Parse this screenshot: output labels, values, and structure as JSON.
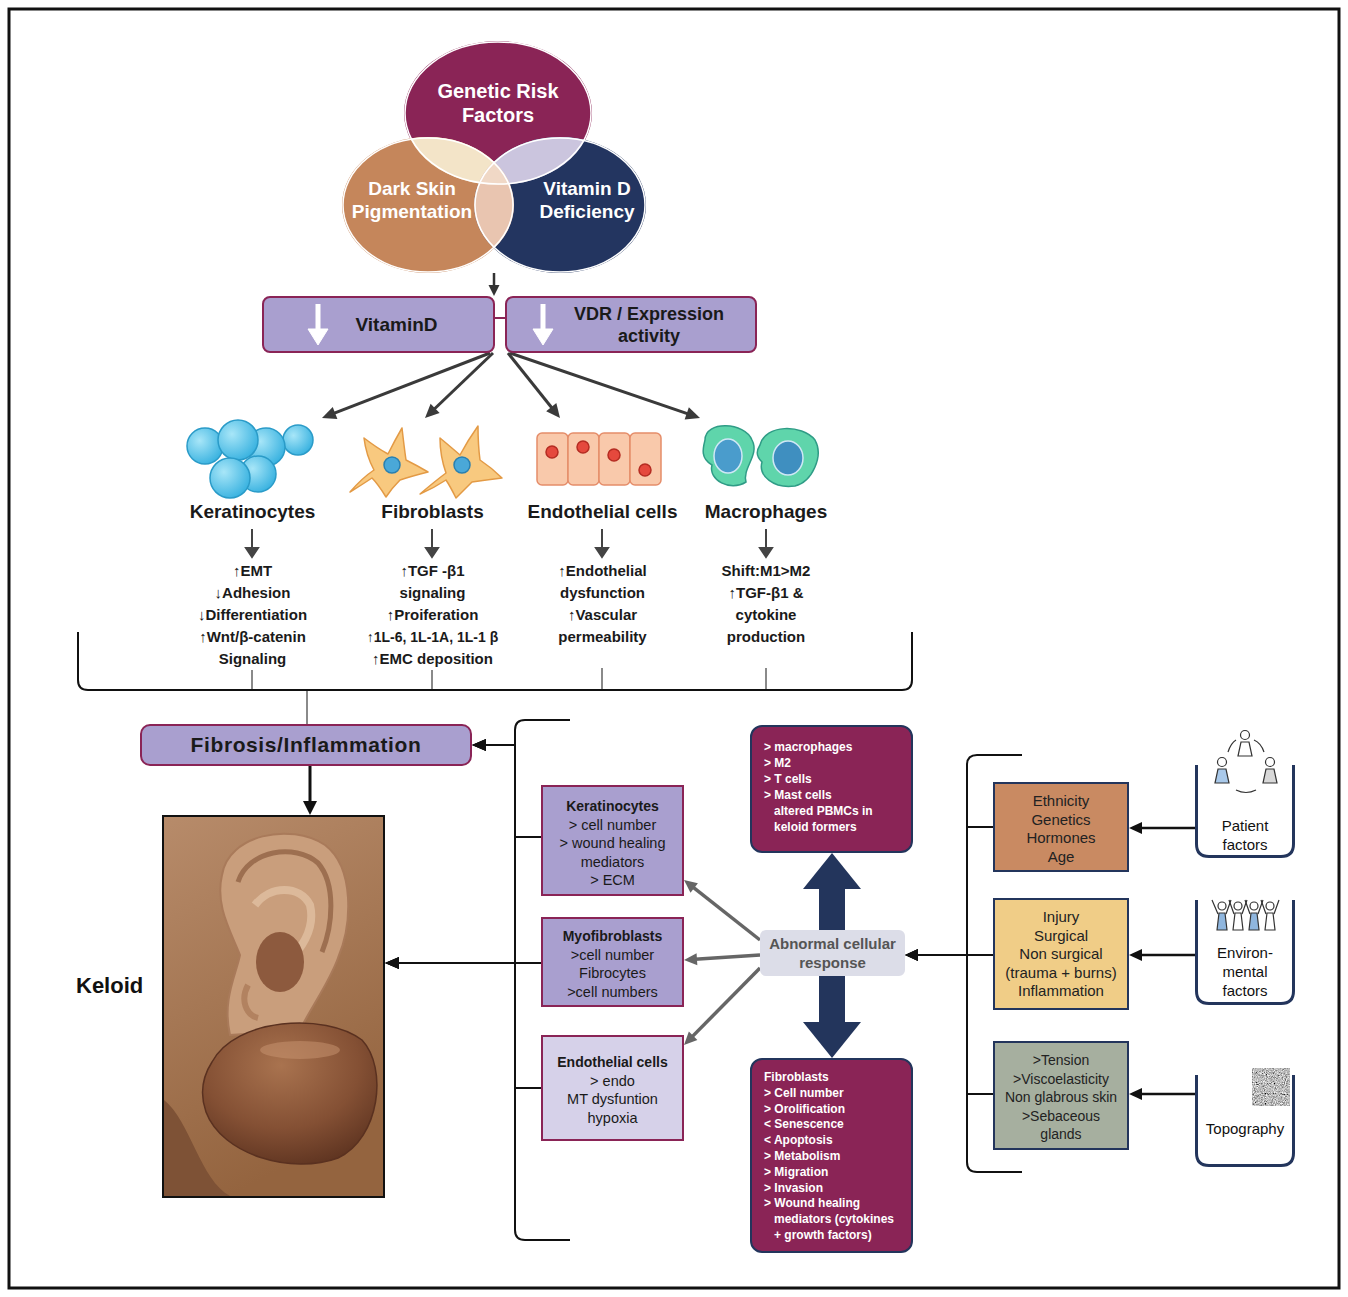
{
  "diagram": {
    "nodes": [
      {
        "text": [
          "Genetic Risk Factors"
        ]
      },
      {
        "text": [
          "Dark Skin Pigmentation"
        ]
      },
      {
        "text": [
          "Vitamin D Deficiency"
        ]
      },
      {
        "text": [
          "VitaminD"
        ]
      },
      {
        "text": [
          "VDR / Expression activity"
        ]
      },
      {
        "text": [
          "Keratinocytes",
          "↑EMT",
          "↓Adhesion",
          "↓Differentiation",
          "↑Wnt/β-catenin Signaling"
        ]
      },
      {
        "text": [
          "Fibroblasts",
          "↑TGF -β1 signaling",
          "↑Proiferation",
          "↑1L-6, 1L-1A, 1L-1 β",
          "↑EMC deposition"
        ]
      },
      {
        "text": [
          "Endothelial cells",
          "↑Endothelial dysfunction",
          "↑Vascular permeability"
        ]
      },
      {
        "text": [
          "Macrophages",
          "Shift:M1>M2",
          "↑TGF-β1 & cytokine production"
        ]
      },
      {
        "text": [
          "Fibrosis/Inflammation"
        ]
      },
      {
        "text": [
          "Keloid"
        ]
      },
      {
        "text": [
          "> macrophages",
          "> M2",
          "> T cells",
          "> Mast cells",
          "altered PBMCs in keloid formers"
        ]
      },
      {
        "text": [
          "Keratinocytes",
          "> cell number",
          "> wound healing mediators",
          "> ECM"
        ]
      },
      {
        "text": [
          "Myofibroblasts",
          ">cell number",
          "Fibrocytes",
          ">cell numbers"
        ]
      },
      {
        "text": [
          "Endothelial cells",
          "> endo",
          "MT dysfuntion",
          "hypoxia"
        ]
      },
      {
        "text": [
          "Abnormal cellular response"
        ]
      },
      {
        "text": [
          "Fibroblasts",
          "> Cell number",
          "> Orolification",
          "< Senescence",
          "< Apoptosis",
          "> Metabolism",
          "> Migration",
          "> Invasion",
          "> Wound healing mediators (cytokines + growth factors)"
        ]
      },
      {
        "text": [
          "Ethnicity",
          "Genetics",
          "Hormones",
          "Age"
        ]
      },
      {
        "text": [
          "Injury",
          "Surgical",
          "Non surgical",
          "(trauma + burns)",
          "Inflammation"
        ]
      },
      {
        "text": [
          ">Tension",
          ">Viscoelasticity",
          "Non glabrous skin",
          ">Sebaceous glands"
        ]
      },
      {
        "text": [
          "Patient factors"
        ]
      },
      {
        "text": [
          "Environ- mental factors"
        ]
      },
      {
        "text": [
          "Topography"
        ]
      }
    ],
    "edges": [
      {
        "from": 2,
        "to": 3,
        "arrow": "to"
      },
      {
        "from": 3,
        "to": 4,
        "arrow": "none"
      },
      {
        "from": 3,
        "to": 5,
        "arrow": "to"
      },
      {
        "from": 3,
        "to": 6,
        "arrow": "to"
      },
      {
        "from": 4,
        "to": 7,
        "arrow": "to"
      },
      {
        "from": 4,
        "to": 8,
        "arrow": "to"
      },
      {
        "from": 5,
        "to": 9,
        "arrow": "none"
      },
      {
        "from": 6,
        "to": 9,
        "arrow": "none"
      },
      {
        "from": 7,
        "to": 9,
        "arrow": "none"
      },
      {
        "from": 8,
        "to": 9,
        "arrow": "none"
      },
      {
        "from": 9,
        "to": 10,
        "arrow": "to"
      },
      {
        "from": 12,
        "to": 9,
        "arrow": "to"
      },
      {
        "from": 12,
        "to": 10,
        "arrow": "to"
      },
      {
        "from": 13,
        "to": 9,
        "arrow": "to"
      },
      {
        "from": 13,
        "to": 10,
        "arrow": "to"
      },
      {
        "from": 14,
        "to": 9,
        "arrow": "to"
      },
      {
        "from": 14,
        "to": 10,
        "arrow": "to"
      },
      {
        "from": 15,
        "to": 11,
        "arrow": "to"
      },
      {
        "from": 15,
        "to": 16,
        "arrow": "to"
      },
      {
        "from": 15,
        "to": 12,
        "arrow": "to"
      },
      {
        "from": 15,
        "to": 13,
        "arrow": "to"
      },
      {
        "from": 15,
        "to": 14,
        "arrow": "to"
      },
      {
        "from": 17,
        "to": 15,
        "arrow": "to"
      },
      {
        "from": 18,
        "to": 15,
        "arrow": "to"
      },
      {
        "from": 19,
        "to": 15,
        "arrow": "to"
      },
      {
        "from": 20,
        "to": 17,
        "arrow": "to"
      },
      {
        "from": 21,
        "to": 18,
        "arrow": "to"
      },
      {
        "from": 22,
        "to": 19,
        "arrow": "to"
      }
    ]
  }
}
